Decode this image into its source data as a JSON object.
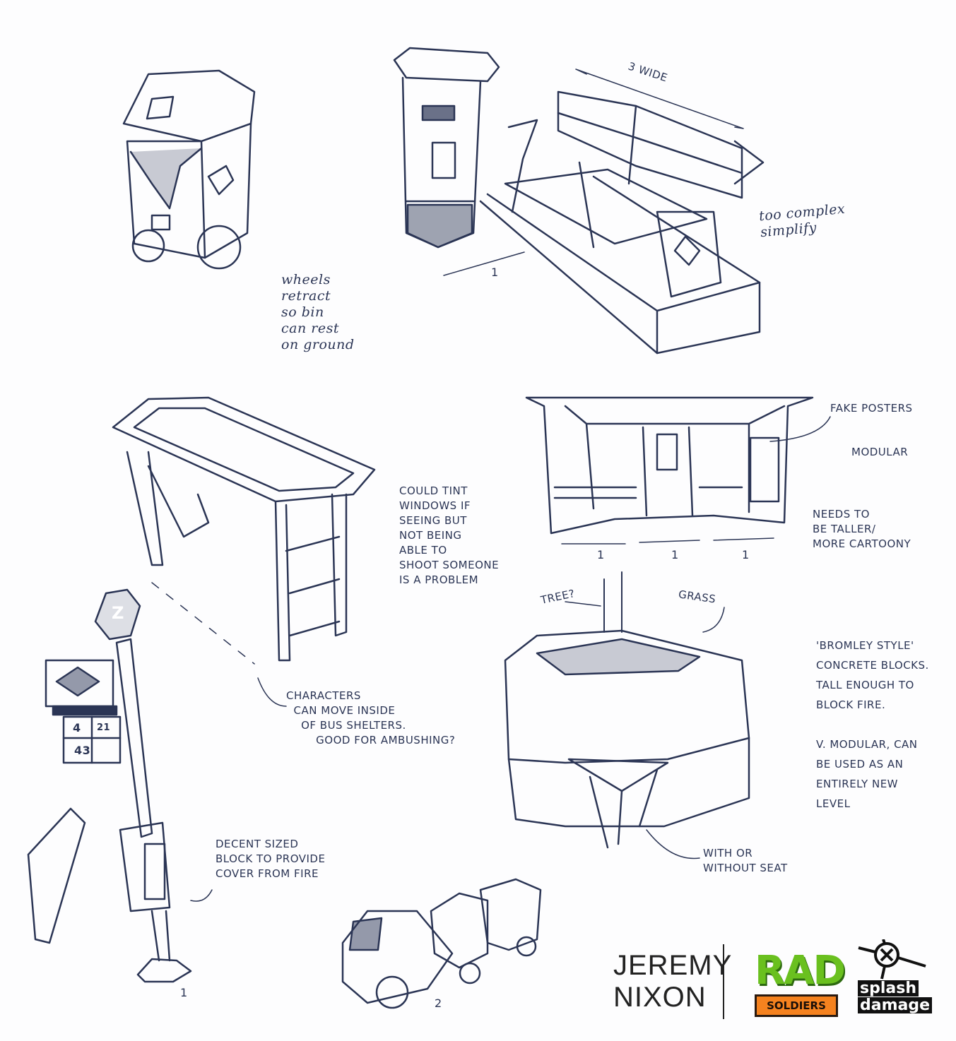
{
  "annotations": {
    "bench_width": "3 WIDE",
    "bench_depth": "1",
    "bench_note": "too complex\nsimplify",
    "bin_note": "wheels\nretract\nso bin\ncan rest\non ground",
    "shelter_tint": "COULD TINT\nWINDOWS IF\nSEEING BUT\nNOT BEING\nABLE TO\nSHOOT SOMEONE\nIS A PROBLEM",
    "shelter_chars": "CHARACTERS\n  CAN MOVE INSIDE\n    OF BUS SHELTERS.\n        GOOD FOR AMBUSHING?",
    "fake_posters": "FAKE POSTERS",
    "modular": "MODULAR",
    "taller": "NEEDS TO\nBE TALLER/\nMORE CARTOONY",
    "tree": "TREE?",
    "grass": "GRASS",
    "bromley": "'BROMLEY STYLE'\nCONCRETE BLOCKS.\nTALL ENOUGH TO\nBLOCK FIRE.\n\nV. MODULAR, CAN\nBE USED AS AN\nENTIRELY NEW\nLEVEL",
    "seat": "WITH OR\nWITHOUT SEAT",
    "cover": "DECENT SIZED\nBLOCK TO PROVIDE\nCOVER FROM FIRE",
    "bins_width": "2",
    "shelter_dims": [
      "1",
      "1",
      "1"
    ],
    "stop_dim": "1"
  },
  "bus_stop_sign": {
    "letter": "Z",
    "routes": [
      "4",
      "21",
      "43"
    ]
  },
  "credits": {
    "author": "JEREMY\nNIXON",
    "game_logo": "RAD SOLDIERS",
    "game_banner": "SOLDIERS",
    "studio_logo": "splash damage"
  },
  "colors": {
    "ink": "#2b3555",
    "rad_green": "#6ac01f",
    "rad_orange": "#f5821f"
  }
}
